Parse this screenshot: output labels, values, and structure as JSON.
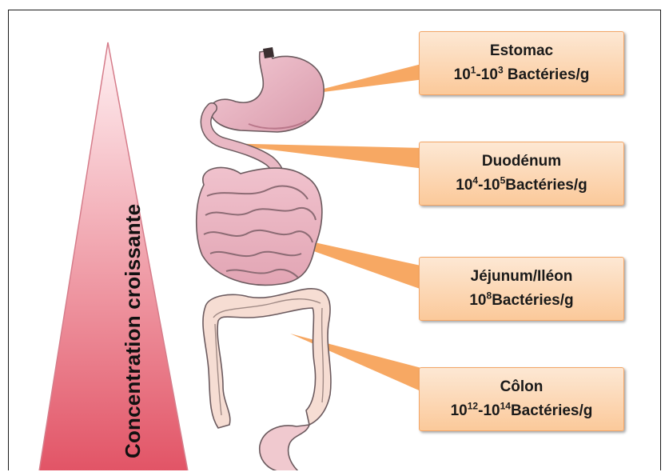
{
  "gradient_label": "Concentration croissante",
  "colors": {
    "triangle_top": "#fff2f4",
    "triangle_bottom": "#e25466",
    "callout_border": "#f3a566",
    "callout_fill_top": "#fde8d4",
    "callout_fill_bottom": "#fbc99a",
    "organ_stroke": "#6b5a5e",
    "stomach_fill": "#e9b6c2",
    "colon_fill": "#f6ddd3"
  },
  "callouts": [
    {
      "name": "Estomac",
      "exp1": "1",
      "exp2": "3",
      "line2_text": "Bactéries/g"
    },
    {
      "name": "Duodénum",
      "exp1": "4",
      "exp2": "5",
      "line2_text": "Bactéries/g"
    },
    {
      "name": "Jéjunum/Iléon",
      "exp1": "8",
      "line2_text": "Bactéries/g"
    },
    {
      "name": "Côlon",
      "exp1": "12",
      "exp2": "14",
      "line2_text": "Bactéries/g"
    }
  ],
  "base": "10",
  "range_sep": "-"
}
